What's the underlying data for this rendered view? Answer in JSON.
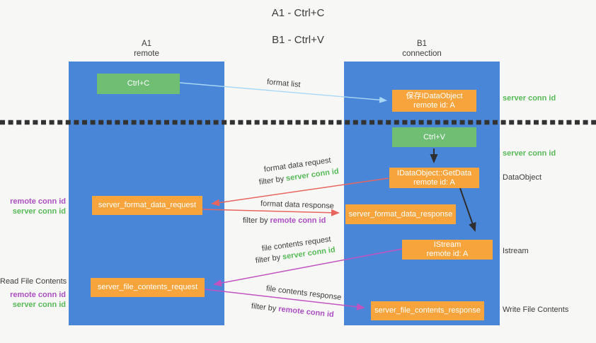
{
  "title": {
    "line1": "A1 - Ctrl+C",
    "line2": "B1 - Ctrl+V"
  },
  "lanes": {
    "a1": {
      "name": "A1",
      "subtitle": "remote"
    },
    "b1": {
      "name": "B1",
      "subtitle": "connection"
    }
  },
  "nodes": {
    "ctrl_c": {
      "label": "Ctrl+C"
    },
    "ctrl_v": {
      "label": "Ctrl+V"
    },
    "save_idataobject": {
      "line1": "保存IDataObject",
      "line2": "remote id: A"
    },
    "getdata": {
      "line1": "IDataObject::GetData",
      "line2": "remote id: A"
    },
    "istream": {
      "line1": "IStream",
      "line2": "remote id: A"
    },
    "format_request": {
      "label": "server_format_data_request"
    },
    "format_response": {
      "label": "server_format_data_response"
    },
    "file_request": {
      "label": "server_file_contents_request"
    },
    "file_response": {
      "label": "server_file_contents_response"
    }
  },
  "flow_labels": {
    "format_list": "format list",
    "format_data_request": "format data request",
    "format_data_request_filter": {
      "prefix": "filter by",
      "key": "server conn id"
    },
    "format_data_response": "format data response",
    "format_data_response_filter": {
      "prefix": "filter by",
      "key": "remote conn id"
    },
    "file_contents_request": "file contents request",
    "file_contents_request_filter": {
      "prefix": "filter by",
      "key": "server conn id"
    },
    "file_contents_response": "file contents response",
    "file_contents_response_filter": {
      "prefix": "filter by",
      "key": "remote conn id"
    }
  },
  "side_labels": {
    "left": {
      "format_remote_conn": "remote conn id",
      "format_server_conn": "server conn id",
      "read_file_contents": "Read File Contents",
      "file_remote_conn": "remote conn id",
      "file_server_conn": "server conn id"
    },
    "right": {
      "server_conn_top": "server conn id",
      "server_conn_mid": "server conn id",
      "dataobject": "DataObject",
      "istream": "Istream",
      "write_file_contents": "Write File Contents"
    }
  },
  "colors": {
    "lane_blue": "#4a86d8",
    "box_green": "#6fbe74",
    "box_orange": "#f8a43c",
    "arrow_light_blue": "#a8d8f5",
    "arrow_red": "#e8645e",
    "arrow_pink": "#c153c1",
    "arrow_black": "#2e2e2e",
    "label_green": "#57b957",
    "label_purple": "#ac4fc2",
    "dotted_line": "#333333",
    "background": "#f7f7f6"
  }
}
